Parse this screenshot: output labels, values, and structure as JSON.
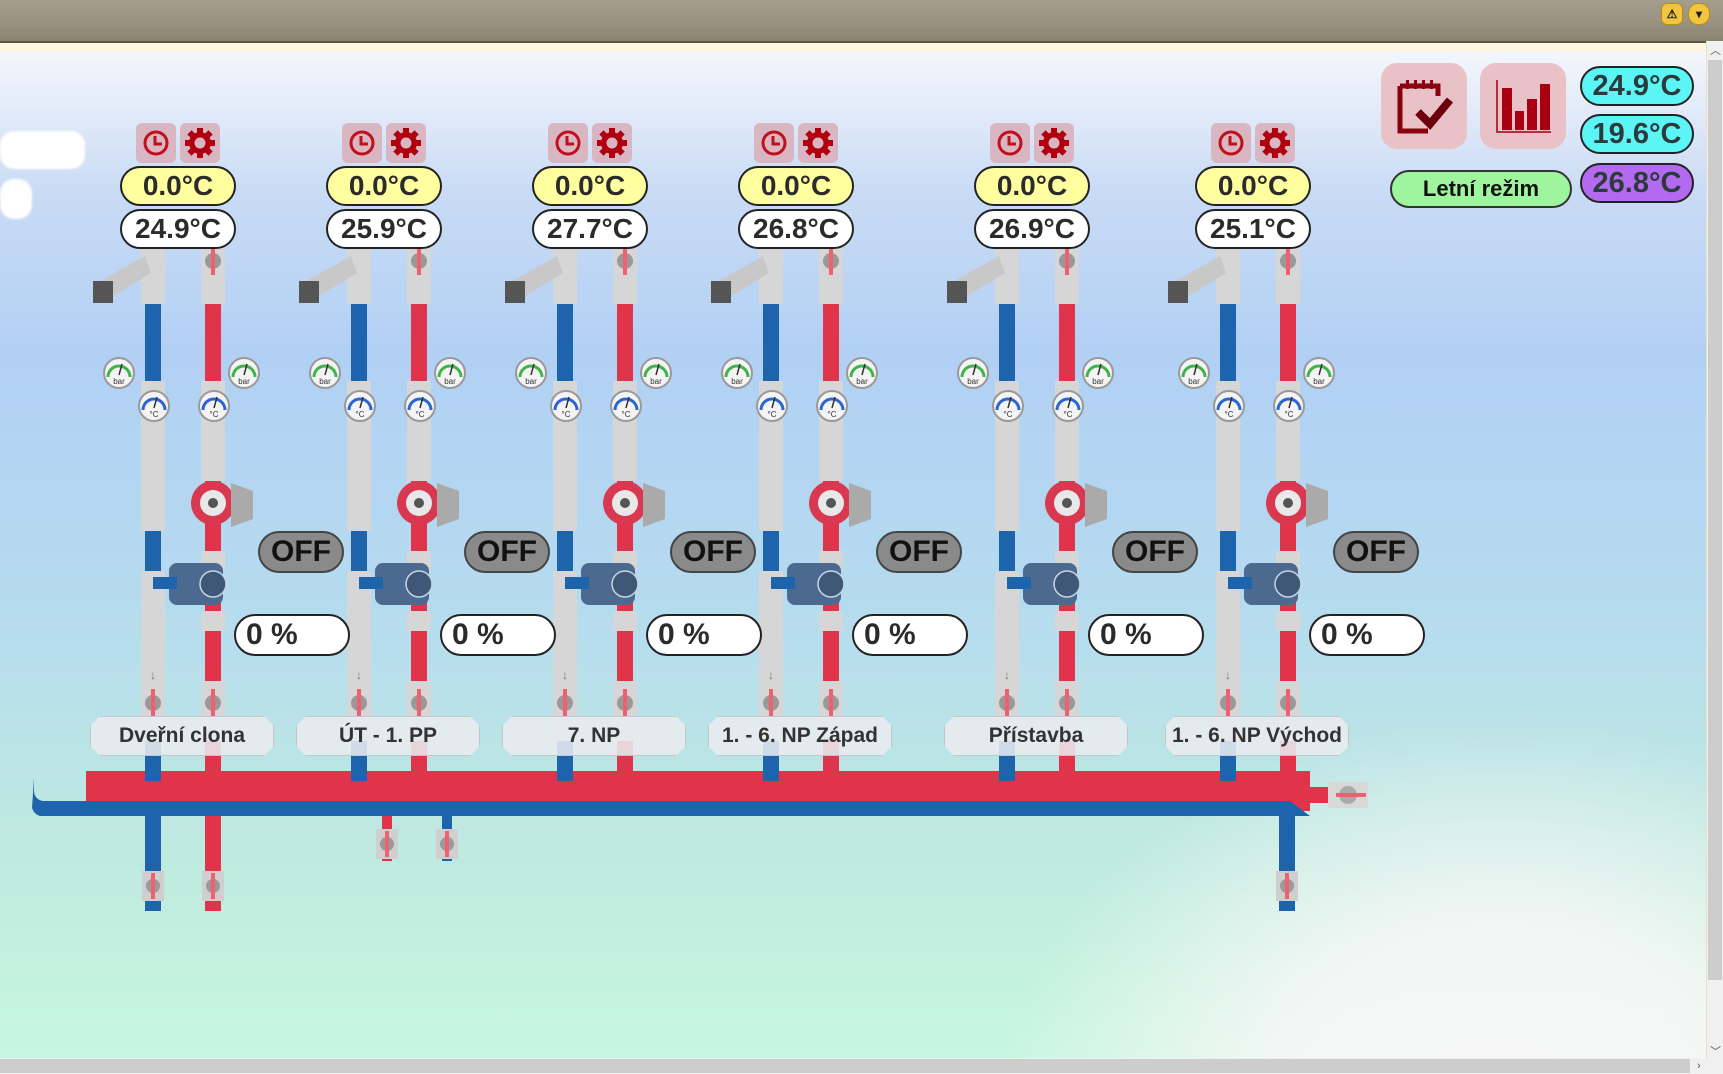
{
  "window": {
    "warning_button": "⚠",
    "menu_button": "▾"
  },
  "colors": {
    "supply_pipe": "#e0344a",
    "return_pipe": "#1d64ad",
    "setpoint_bg": "#ffffa0",
    "outdoor_temp_bg": "#5cf5f5",
    "return_temp_bg": "#b46af0",
    "mode_bg": "#9ef59e",
    "icon_red": "#b00010"
  },
  "header_panel": {
    "journal_button_icon": "clipboard-check-icon",
    "chart_button_icon": "bar-chart-icon",
    "temperatures": [
      {
        "name": "outdoor-temperature-1",
        "value": "24.9°C"
      },
      {
        "name": "outdoor-temperature-2",
        "value": "19.6°C"
      },
      {
        "name": "return-temperature",
        "value": "26.8°C"
      }
    ],
    "mode_label": "Letní režim"
  },
  "circuits": [
    {
      "name": "Dveřní clona",
      "setpoint": "0.0°C",
      "actual": "24.9°C",
      "pump": "OFF",
      "valve": "0 %"
    },
    {
      "name": "ÚT - 1. PP",
      "setpoint": "0.0°C",
      "actual": "25.9°C",
      "pump": "OFF",
      "valve": "0 %"
    },
    {
      "name": "7. NP",
      "setpoint": "0.0°C",
      "actual": "27.7°C",
      "pump": "OFF",
      "valve": "0 %"
    },
    {
      "name": "1. - 6. NP Západ",
      "setpoint": "0.0°C",
      "actual": "26.8°C",
      "pump": "OFF",
      "valve": "0 %"
    },
    {
      "name": "Přístavba",
      "setpoint": "0.0°C",
      "actual": "26.9°C",
      "pump": "OFF",
      "valve": "0 %"
    },
    {
      "name": "1. - 6. NP Východ",
      "setpoint": "0.0°C",
      "actual": "25.1°C",
      "pump": "OFF",
      "valve": "0 %"
    }
  ],
  "gauge_labels": {
    "pressure": "bar",
    "temperature": "°C"
  }
}
